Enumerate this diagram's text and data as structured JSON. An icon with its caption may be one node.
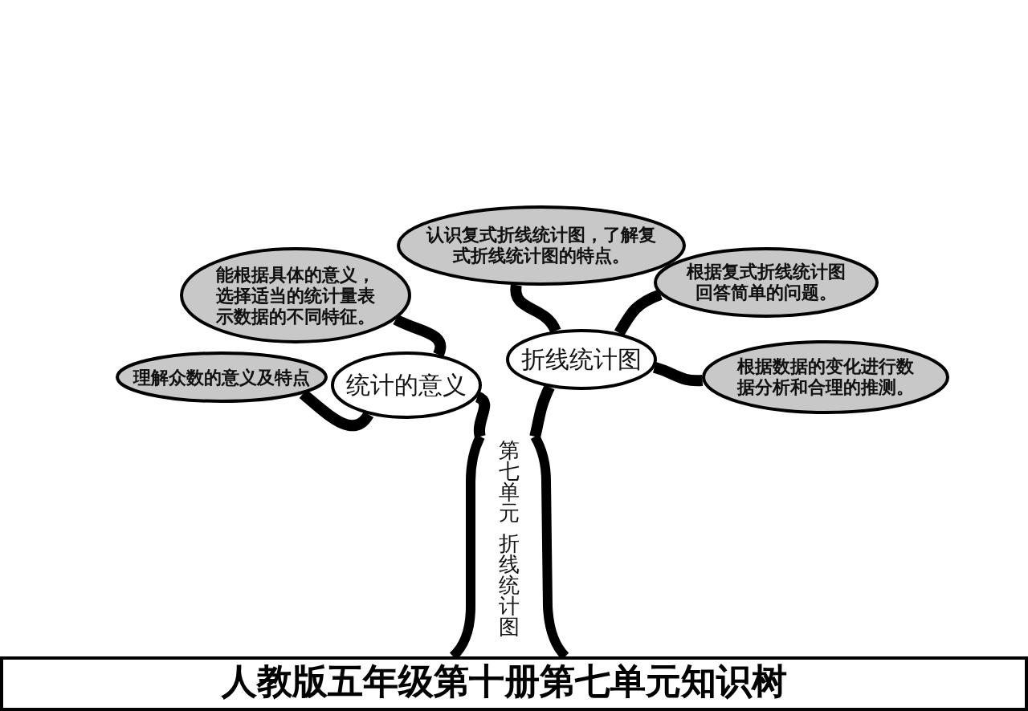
{
  "diagram": {
    "title": "人教版五年级第十册第七单元知识树",
    "nodes": [
      {
        "text": [
          "第七单元",
          "折线统计图"
        ]
      },
      {
        "text": [
          "统计的意义"
        ]
      },
      {
        "text": [
          "折线统计图"
        ]
      },
      {
        "text": [
          "能根据具体的意义，选择适当的统计量表示数据的不同特征。"
        ]
      },
      {
        "text": [
          "理解众数的意义及特点"
        ]
      },
      {
        "text": [
          "认识复式折线统计图，了解复式折线统计图的特点。"
        ]
      },
      {
        "text": [
          "根据复式折线统计图回答简单的问题。"
        ]
      },
      {
        "text": [
          "根据数据的变化进行数据分析和合理的推测。"
        ]
      }
    ],
    "edges": [
      {
        "from": 0,
        "to": 1,
        "arrow": "none"
      },
      {
        "from": 0,
        "to": 2,
        "arrow": "none"
      },
      {
        "from": 1,
        "to": 3,
        "arrow": "none"
      },
      {
        "from": 1,
        "to": 4,
        "arrow": "none"
      },
      {
        "from": 2,
        "to": 5,
        "arrow": "none"
      },
      {
        "from": 2,
        "to": 6,
        "arrow": "none"
      },
      {
        "from": 2,
        "to": 7,
        "arrow": "none"
      }
    ]
  }
}
